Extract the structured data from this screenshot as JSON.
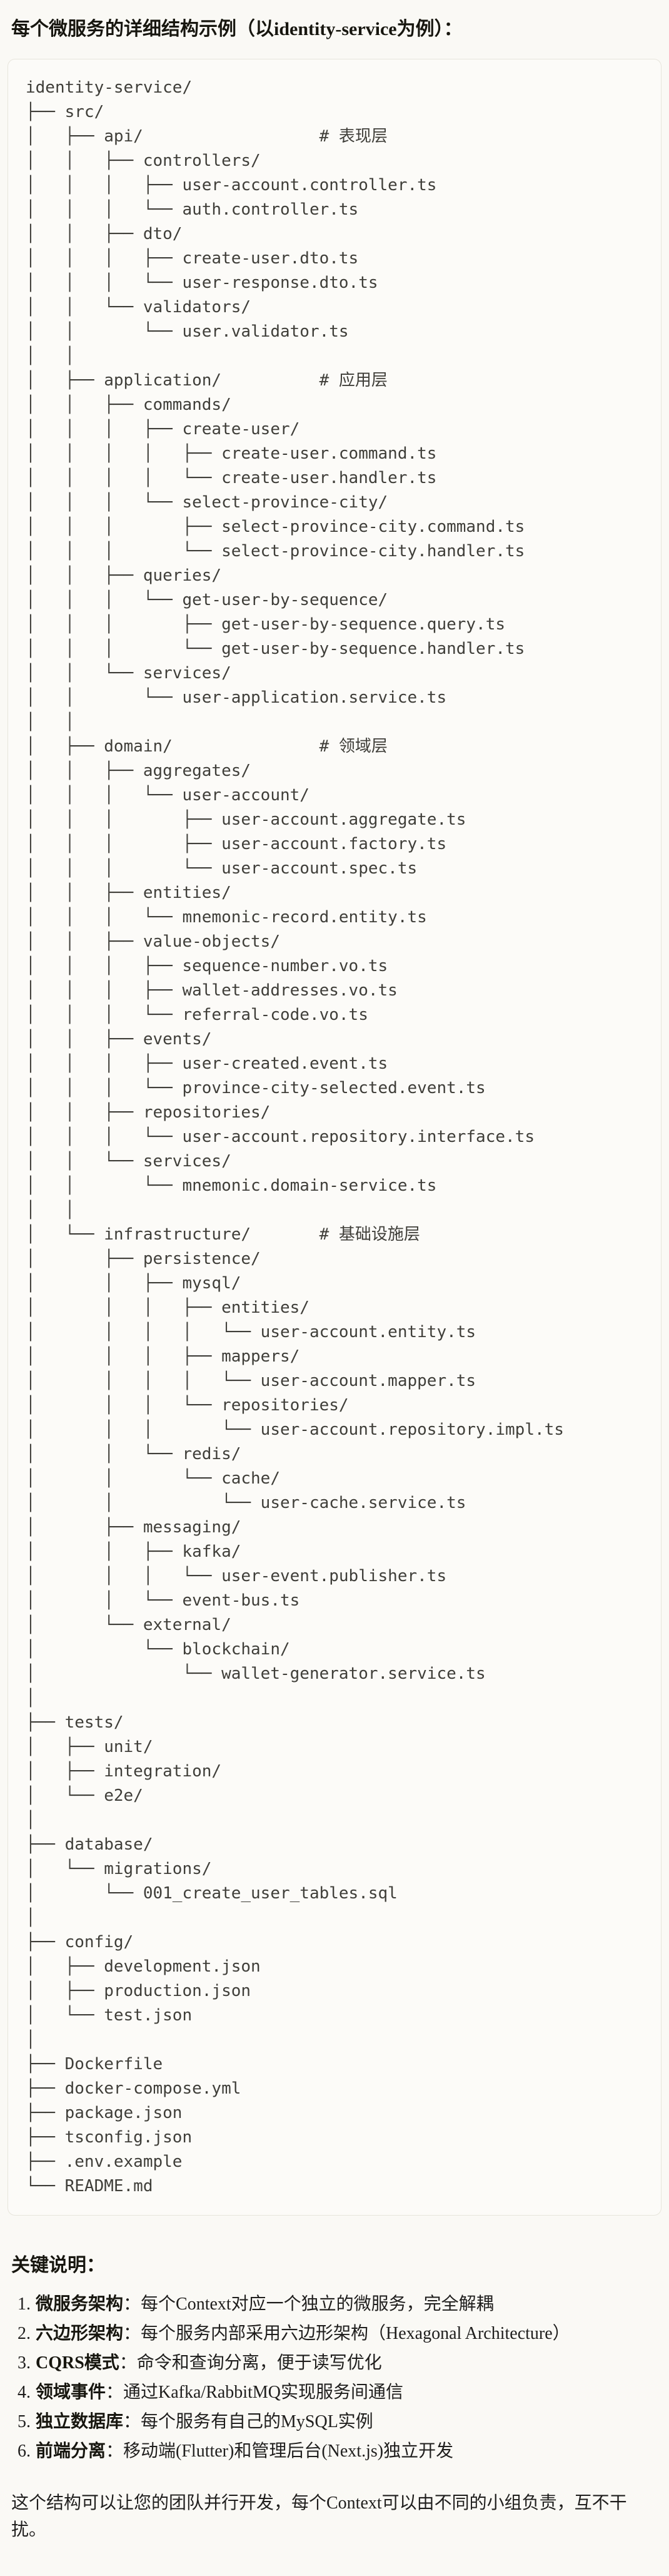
{
  "title": "每个微服务的详细结构示例（以identity-service为例）：",
  "colors": {
    "page_bg": "#FAF9F5",
    "code_bg": "#FCFBF8",
    "code_border": "#E7E5DC",
    "text": "#1F1E1D",
    "code_text": "#3F3E39"
  },
  "code_block": {
    "lines": [
      "identity-service/",
      "├── src/",
      "│   ├── api/                  # 表现层",
      "│   │   ├── controllers/",
      "│   │   │   ├── user-account.controller.ts",
      "│   │   │   └── auth.controller.ts",
      "│   │   ├── dto/",
      "│   │   │   ├── create-user.dto.ts",
      "│   │   │   └── user-response.dto.ts",
      "│   │   └── validators/",
      "│   │       └── user.validator.ts",
      "│   │",
      "│   ├── application/          # 应用层",
      "│   │   ├── commands/",
      "│   │   │   ├── create-user/",
      "│   │   │   │   ├── create-user.command.ts",
      "│   │   │   │   └── create-user.handler.ts",
      "│   │   │   └── select-province-city/",
      "│   │   │       ├── select-province-city.command.ts",
      "│   │   │       └── select-province-city.handler.ts",
      "│   │   ├── queries/",
      "│   │   │   └── get-user-by-sequence/",
      "│   │   │       ├── get-user-by-sequence.query.ts",
      "│   │   │       └── get-user-by-sequence.handler.ts",
      "│   │   └── services/",
      "│   │       └── user-application.service.ts",
      "│   │",
      "│   ├── domain/               # 领域层",
      "│   │   ├── aggregates/",
      "│   │   │   └── user-account/",
      "│   │   │       ├── user-account.aggregate.ts",
      "│   │   │       ├── user-account.factory.ts",
      "│   │   │       └── user-account.spec.ts",
      "│   │   ├── entities/",
      "│   │   │   └── mnemonic-record.entity.ts",
      "│   │   ├── value-objects/",
      "│   │   │   ├── sequence-number.vo.ts",
      "│   │   │   ├── wallet-addresses.vo.ts",
      "│   │   │   └── referral-code.vo.ts",
      "│   │   ├── events/",
      "│   │   │   ├── user-created.event.ts",
      "│   │   │   └── province-city-selected.event.ts",
      "│   │   ├── repositories/",
      "│   │   │   └── user-account.repository.interface.ts",
      "│   │   └── services/",
      "│   │       └── mnemonic.domain-service.ts",
      "│   │",
      "│   └── infrastructure/       # 基础设施层",
      "│       ├── persistence/",
      "│       │   ├── mysql/",
      "│       │   │   ├── entities/",
      "│       │   │   │   └── user-account.entity.ts",
      "│       │   │   ├── mappers/",
      "│       │   │   │   └── user-account.mapper.ts",
      "│       │   │   └── repositories/",
      "│       │   │       └── user-account.repository.impl.ts",
      "│       │   └── redis/",
      "│       │       └── cache/",
      "│       │           └── user-cache.service.ts",
      "│       ├── messaging/",
      "│       │   ├── kafka/",
      "│       │   │   └── user-event.publisher.ts",
      "│       │   └── event-bus.ts",
      "│       └── external/",
      "│           └── blockchain/",
      "│               └── wallet-generator.service.ts",
      "│",
      "├── tests/",
      "│   ├── unit/",
      "│   ├── integration/",
      "│   └── e2e/",
      "│",
      "├── database/",
      "│   └── migrations/",
      "│       └── 001_create_user_tables.sql",
      "│",
      "├── config/",
      "│   ├── development.json",
      "│   ├── production.json",
      "│   └── test.json",
      "│",
      "├── Dockerfile",
      "├── docker-compose.yml",
      "├── package.json",
      "├── tsconfig.json",
      "├── .env.example",
      "└── README.md"
    ]
  },
  "notes": {
    "heading": "关键说明：",
    "items": [
      {
        "num": "1.",
        "term": "微服务架构",
        "rest": "：每个Context对应一个独立的微服务，完全解耦"
      },
      {
        "num": "2.",
        "term": "六边形架构",
        "rest": "：每个服务内部采用六边形架构（Hexagonal Architecture）"
      },
      {
        "num": "3.",
        "term": "CQRS模式",
        "rest": "：命令和查询分离，便于读写优化"
      },
      {
        "num": "4.",
        "term": "领域事件",
        "rest": "：通过Kafka/RabbitMQ实现服务间通信"
      },
      {
        "num": "5.",
        "term": "独立数据库",
        "rest": "：每个服务有自己的MySQL实例"
      },
      {
        "num": "6.",
        "term": "前端分离",
        "rest": "：移动端(Flutter)和管理后台(Next.js)独立开发"
      }
    ],
    "footer": "这个结构可以让您的团队并行开发，每个Context可以由不同的小组负责，互不干扰。"
  }
}
